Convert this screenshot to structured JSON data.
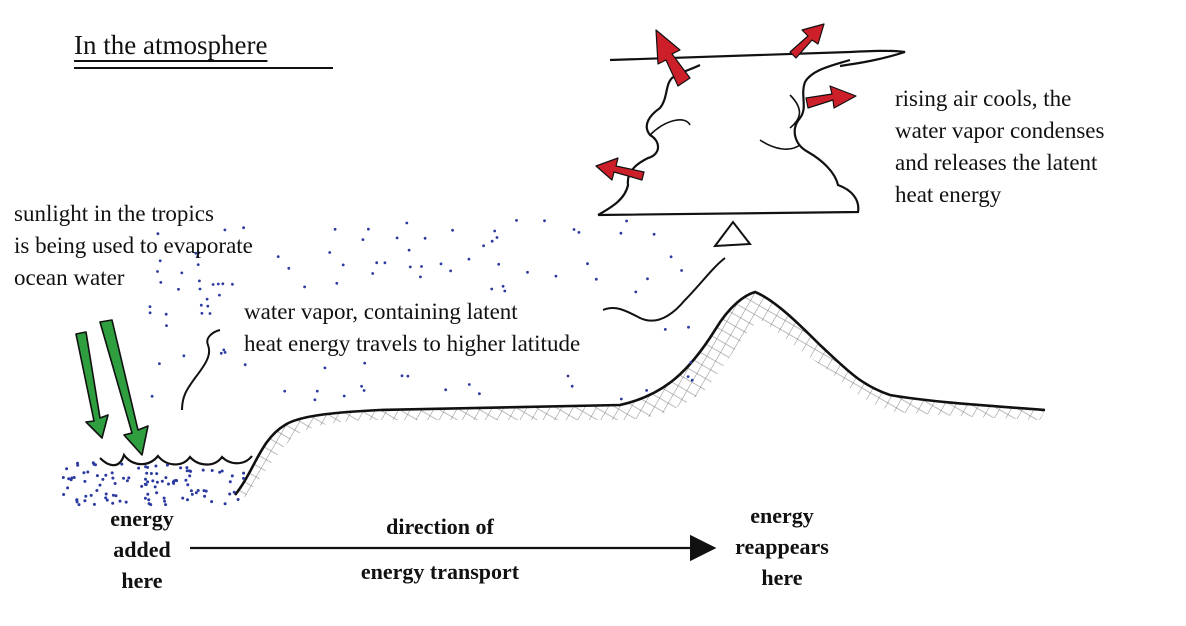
{
  "title": "In the atmosphere",
  "labels": {
    "sunlight": [
      "sunlight in the tropics",
      "is being used to evaporate",
      "ocean water"
    ],
    "vapor": [
      "water vapor, containing latent",
      "heat energy travels to higher latitude"
    ],
    "cloud": [
      "rising air cools, the",
      "water vapor condenses",
      "and releases the latent",
      "heat energy"
    ],
    "energy_added": [
      "energy",
      "added",
      "here"
    ],
    "direction": [
      "direction of",
      "energy transport"
    ],
    "energy_reappears": [
      "energy",
      "reappears",
      "here"
    ]
  },
  "colors": {
    "sun_arrows": "#2e9e3f",
    "heat_arrows": "#cc1f2a",
    "vapor_dots": "#2a3aa0",
    "ink": "#111111"
  }
}
